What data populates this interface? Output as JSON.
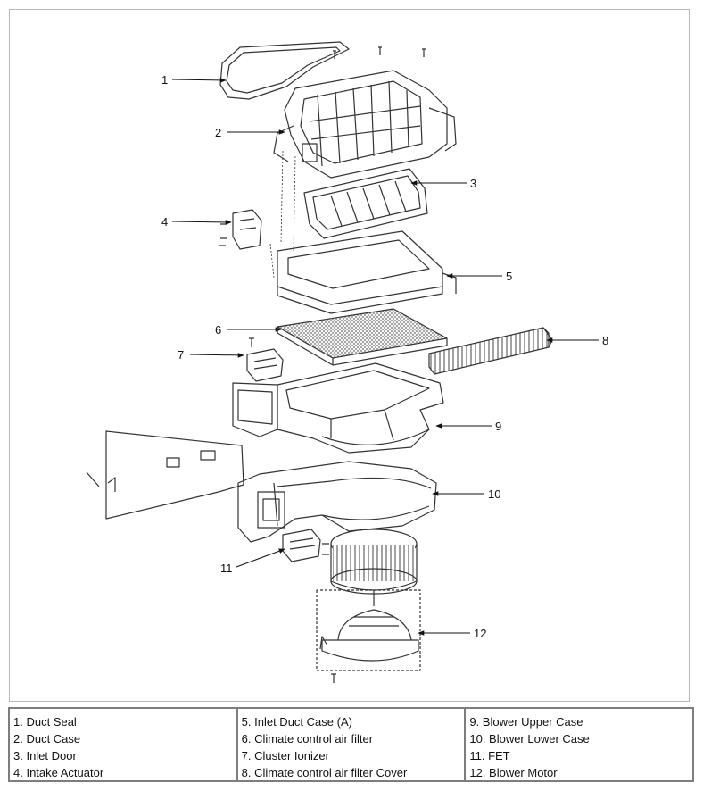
{
  "diagram": {
    "callouts": [
      "1",
      "2",
      "3",
      "4",
      "5",
      "6",
      "7",
      "8",
      "9",
      "10",
      "11",
      "12"
    ]
  },
  "legend": {
    "columns": [
      [
        "1. Duct Seal",
        "2. Duct Case",
        "3. Inlet Door",
        "4. Intake Actuator"
      ],
      [
        "5. Inlet Duct Case (A)",
        "6. Climate control air filter",
        "7. Cluster Ionizer",
        "8. Climate control air filter Cover"
      ],
      [
        "9. Blower Upper Case",
        "10. Blower Lower Case",
        "11. FET",
        "12. Blower Motor"
      ]
    ]
  },
  "colors": {
    "line": "#333333",
    "border": "#7d7d7d",
    "frame": "#b8b8b8"
  }
}
